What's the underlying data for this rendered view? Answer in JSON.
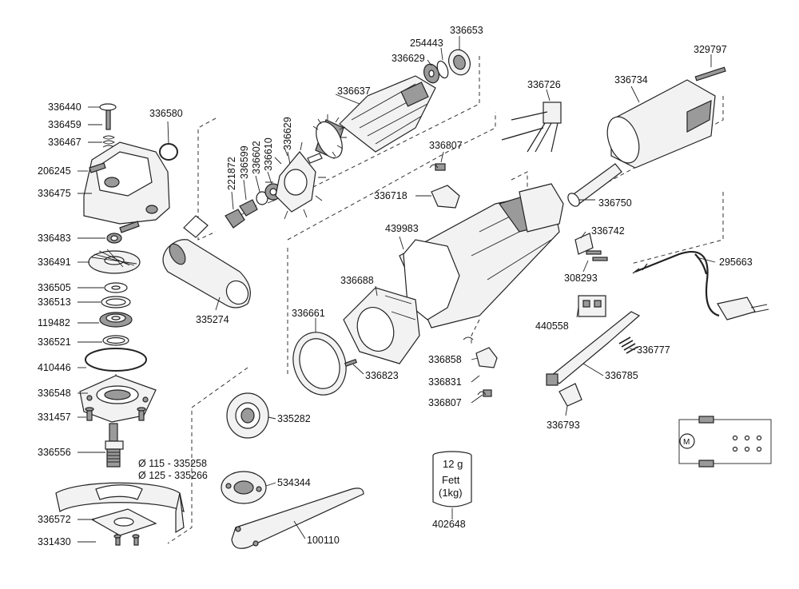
{
  "labels": {
    "p336440": "336440",
    "p336459": "336459",
    "p336467": "336467",
    "p206245": "206245",
    "p336475": "336475",
    "p336580": "336580",
    "p221872": "221872",
    "p336599": "336599",
    "p336602": "336602",
    "p336610": "336610",
    "p336629a": "336629",
    "p336637": "336637",
    "p336629b": "336629",
    "p254443": "254443",
    "p336653": "336653",
    "p329797": "329797",
    "p336726": "336726",
    "p336734": "336734",
    "p336807a": "336807",
    "p336718": "336718",
    "p439983": "439983",
    "p336750": "336750",
    "p336742": "336742",
    "p308293": "308293",
    "p295663": "295663",
    "p336483": "336483",
    "p336491": "336491",
    "p336505": "336505",
    "p336513": "336513",
    "p119482": "119482",
    "p336521": "336521",
    "p410446": "410446",
    "p336548": "336548",
    "p331457": "331457",
    "p336556": "336556",
    "p335274": "335274",
    "p336688": "336688",
    "p336661": "336661",
    "p336823": "336823",
    "p336858": "336858",
    "p336831": "336831",
    "p336807b": "336807",
    "p440558": "440558",
    "p336777": "336777",
    "p336785": "336785",
    "p336793": "336793",
    "p335282": "335282",
    "p534344": "534344",
    "guard115": "Ø 115 - 335258",
    "guard125": "Ø 125 - 335266",
    "p336572": "336572",
    "p331430": "331430",
    "p100110": "100110",
    "p402648": "402648"
  },
  "grease": {
    "amount": "12 g",
    "name": "Fett",
    "size": "(1kg)"
  }
}
